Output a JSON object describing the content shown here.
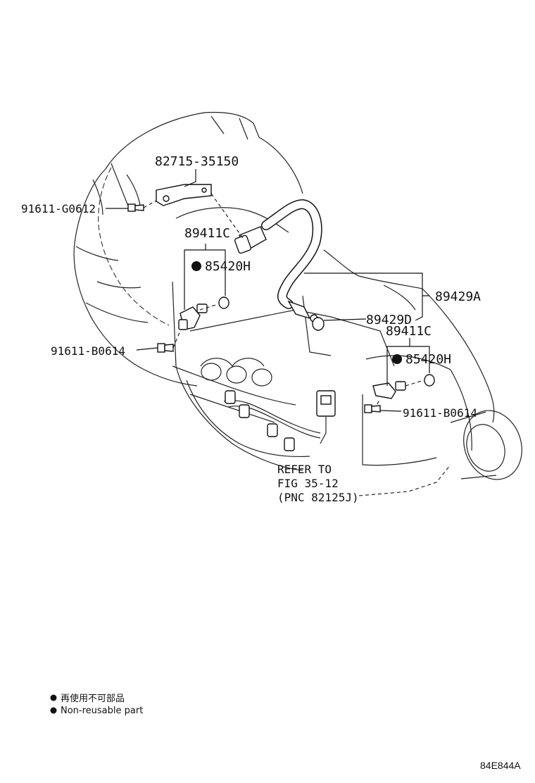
{
  "labels": {
    "bracket": "82715-35150",
    "bolt_top": "91611-G0612",
    "sensor_left": "89411C",
    "oring_left": "85420H",
    "bolt_left": "91611-B0614",
    "harness": "89429A",
    "sensor_mid": "89429D",
    "sensor_right": "89411C",
    "oring_right": "85420H",
    "bolt_right": "91611-B0614",
    "refer_line1": "REFER TO",
    "refer_line2": "FIG 35-12",
    "refer_line3": "(PNC 82125J)"
  },
  "legend": {
    "line_jp": "再使用不可部品",
    "line_en": "Non-reusable part"
  },
  "figure_code": "84E844A",
  "colors": {
    "ink": "#111111",
    "background": "#ffffff"
  }
}
